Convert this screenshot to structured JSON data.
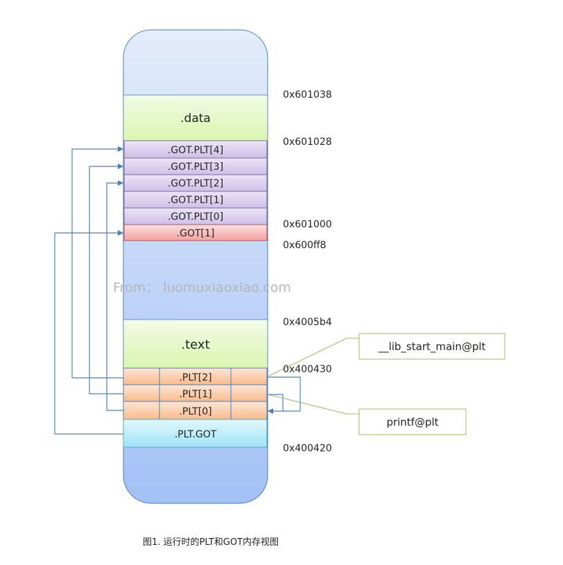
{
  "sections": {
    "data": ".data",
    "got_plt": [
      ".GOT.PLT[4]",
      ".GOT.PLT[3]",
      ".GOT.PLT[2]",
      ".GOT.PLT[1]",
      ".GOT.PLT[0]"
    ],
    "got1": ".GOT[1]",
    "text": ".text",
    "plt": [
      ".PLT[2]",
      ".PLT[1]",
      ".PLT[0]"
    ],
    "plt_got": ".PLT.GOT"
  },
  "addresses": [
    "0x601038",
    "0x601028",
    "0x601000",
    "0x600ff8",
    "0x4005b4",
    "0x400430",
    "0x400420"
  ],
  "callouts": [
    "__lib_start_main@plt",
    "printf@plt"
  ],
  "watermark": "From：  luomuxiaoxiao.com",
  "caption": "图1. 运行时的PLT和GOT内存视图",
  "colors": {
    "arrow": "#4a7ebb",
    "callout": "#9bbb59",
    "got_plt": "#d9cdef",
    "got": "#f5a5a5",
    "plt": "#fbc49a",
    "plt_got": "#a5e6f5",
    "section_green": "#e3f7c6"
  }
}
